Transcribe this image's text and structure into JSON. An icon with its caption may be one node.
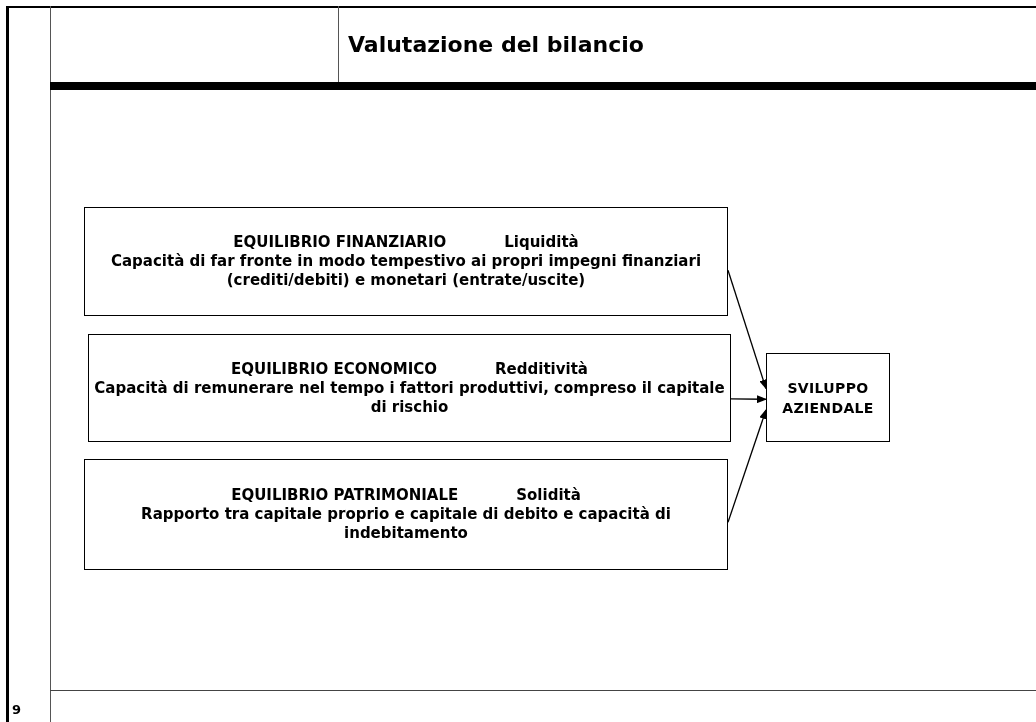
{
  "diagram": {
    "title": "Valutazione del bilancio",
    "nodes": [
      {
        "text": [
          "EQUILIBRIO FINANZIARIO",
          "Liquidità",
          "Capacità di far fronte in modo tempestivo ai propri impegni finanziari (crediti/debiti) e monetari (entrate/uscite)"
        ]
      },
      {
        "text": [
          "EQUILIBRIO ECONOMICO",
          "Redditività",
          "Capacità di remunerare nel tempo i fattori produttivi, compreso il capitale di rischio"
        ]
      },
      {
        "text": [
          "EQUILIBRIO PATRIMONIALE",
          "Solidità",
          "Rapporto tra capitale proprio e capitale di debito e capacità di indebitamento"
        ]
      },
      {
        "text": [
          "SVILUPPO AZIENDALE"
        ]
      }
    ],
    "edges": [
      {
        "from": 0,
        "to": 3,
        "arrow": "to"
      },
      {
        "from": 1,
        "to": 3,
        "arrow": "to"
      },
      {
        "from": 2,
        "to": 3,
        "arrow": "to"
      }
    ],
    "labels": [
      "9"
    ]
  }
}
